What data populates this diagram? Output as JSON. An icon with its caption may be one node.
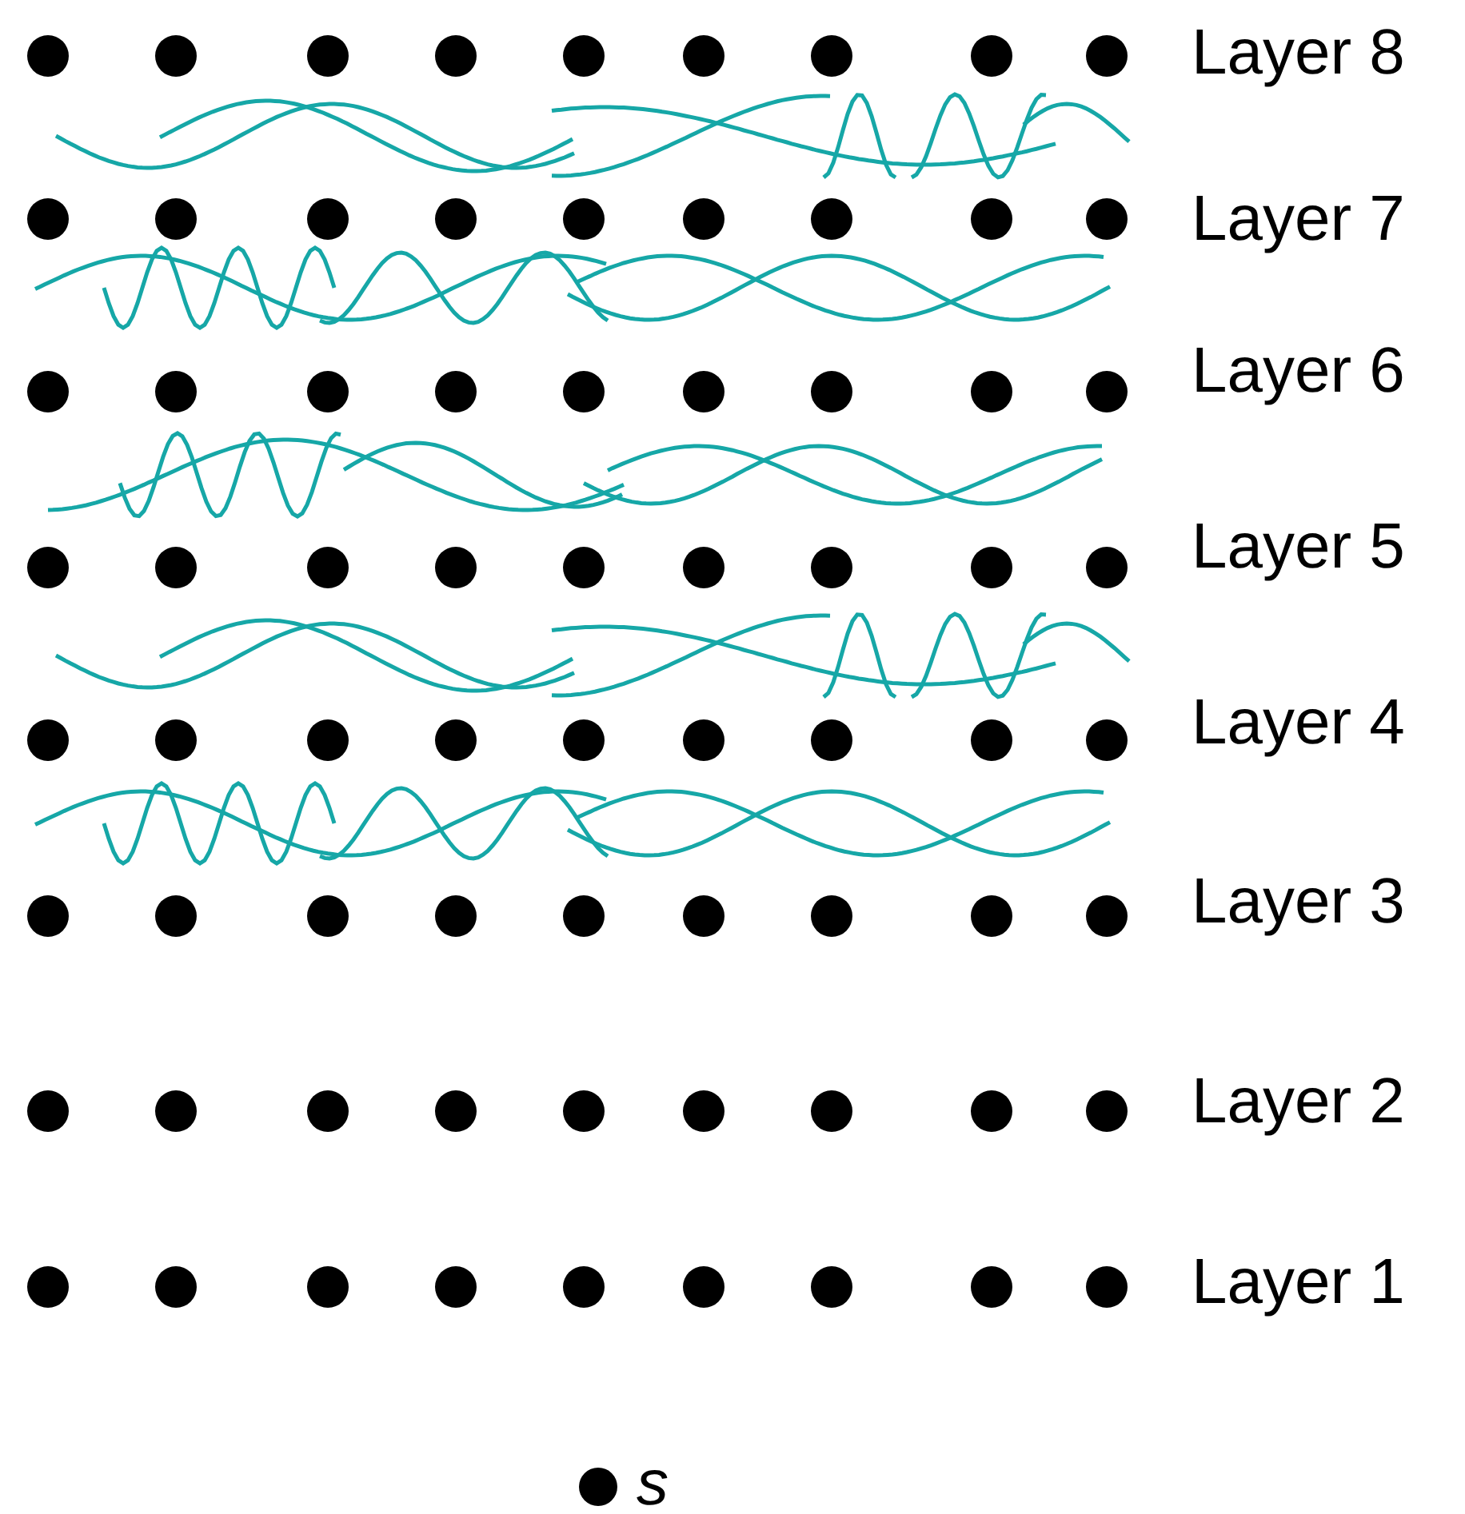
{
  "diagram": {
    "labels": [
      "Layer 8",
      "Layer 7",
      "Layer 6",
      "Layer 5",
      "Layer 4",
      "Layer 3",
      "Layer 2",
      "Layer 1",
      "s"
    ]
  }
}
